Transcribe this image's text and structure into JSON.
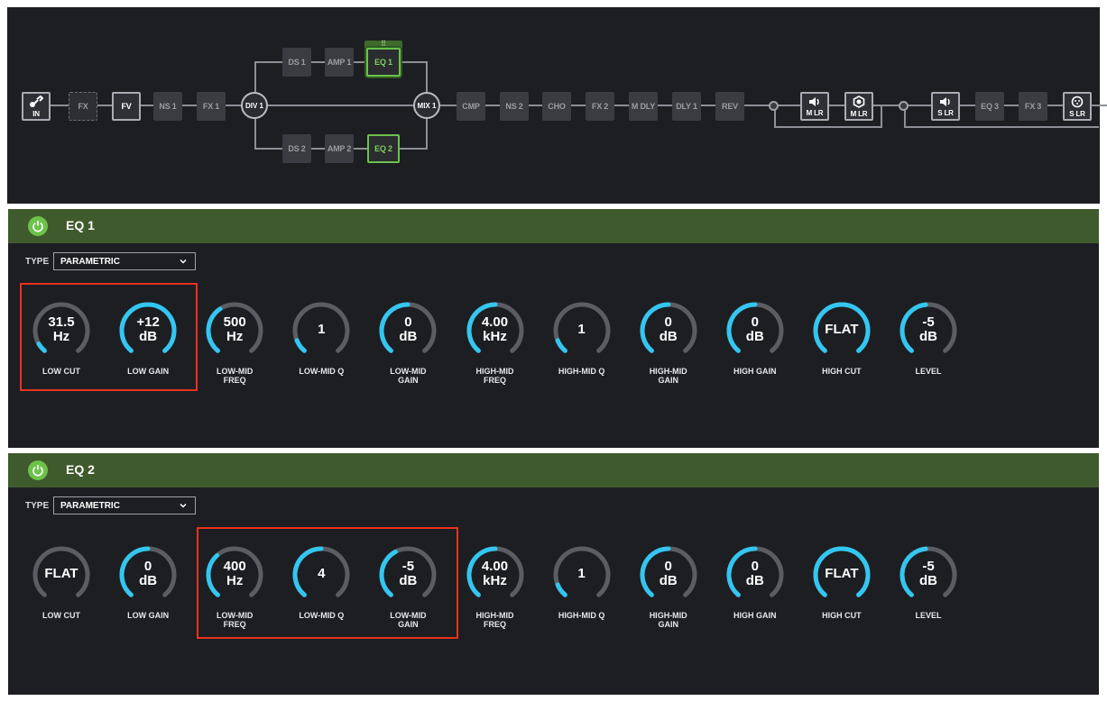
{
  "signal_chain": {
    "input": {
      "label": "IN",
      "icon": "guitar-icon"
    },
    "blocks_pre": [
      "FX",
      "FV",
      "NS 1",
      "FX 1"
    ],
    "split": "DIV 1",
    "path_a": [
      "DS 1",
      "AMP 1",
      "EQ 1"
    ],
    "path_b": [
      "DS 2",
      "AMP 2",
      "EQ 2"
    ],
    "mixer": "MIX 1",
    "blocks_post": [
      "CMP",
      "NS 2",
      "CHO",
      "FX 2",
      "M DLY",
      "DLY 1",
      "REV",
      "EQ 3",
      "FX 3"
    ],
    "outputs": [
      {
        "label": "M LR",
        "icon": "speaker-icon"
      },
      {
        "label": "M LR",
        "icon": "hex-nut-icon"
      },
      {
        "label": "S LR",
        "icon": "speaker-icon"
      },
      {
        "label": "S LR",
        "icon": "xlr-icon"
      }
    ],
    "grip": "⠿"
  },
  "eq1": {
    "title": "EQ 1",
    "type_label": "TYPE",
    "type_value": "PARAMETRIC",
    "knobs": [
      {
        "line1": "31.5",
        "line2": "Hz",
        "label1": "LOW CUT",
        "label2": "",
        "level": 0.07
      },
      {
        "line1": "+12",
        "line2": "dB",
        "label1": "LOW GAIN",
        "label2": "",
        "level": 1.0
      },
      {
        "line1": "500",
        "line2": "Hz",
        "label1": "LOW-MID",
        "label2": "FREQ",
        "level": 0.38
      },
      {
        "line1": "1",
        "line2": "",
        "label1": "LOW-MID Q",
        "label2": "",
        "level": 0.1
      },
      {
        "line1": "0",
        "line2": "dB",
        "label1": "LOW-MID",
        "label2": "GAIN",
        "level": 0.5
      },
      {
        "line1": "4.00",
        "line2": "kHz",
        "label1": "HIGH-MID",
        "label2": "FREQ",
        "level": 0.5
      },
      {
        "line1": "1",
        "line2": "",
        "label1": "HIGH-MID Q",
        "label2": "",
        "level": 0.1
      },
      {
        "line1": "0",
        "line2": "dB",
        "label1": "HIGH-MID",
        "label2": "GAIN",
        "level": 0.5
      },
      {
        "line1": "0",
        "line2": "dB",
        "label1": "HIGH GAIN",
        "label2": "",
        "level": 0.5
      },
      {
        "line1": "FLAT",
        "line2": "",
        "label1": "HIGH CUT",
        "label2": "",
        "level": 1.0
      },
      {
        "line1": "-5",
        "line2": "dB",
        "label1": "LEVEL",
        "label2": "",
        "level": 0.48
      }
    ]
  },
  "eq2": {
    "title": "EQ 2",
    "type_label": "TYPE",
    "type_value": "PARAMETRIC",
    "knobs": [
      {
        "line1": "FLAT",
        "line2": "",
        "label1": "LOW CUT",
        "label2": "",
        "level": 0.0
      },
      {
        "line1": "0",
        "line2": "dB",
        "label1": "LOW GAIN",
        "label2": "",
        "level": 0.5
      },
      {
        "line1": "400",
        "line2": "Hz",
        "label1": "LOW-MID",
        "label2": "FREQ",
        "level": 0.35
      },
      {
        "line1": "4",
        "line2": "",
        "label1": "LOW-MID Q",
        "label2": "",
        "level": 0.5
      },
      {
        "line1": "-5",
        "line2": "dB",
        "label1": "LOW-MID",
        "label2": "GAIN",
        "level": 0.4
      },
      {
        "line1": "4.00",
        "line2": "kHz",
        "label1": "HIGH-MID",
        "label2": "FREQ",
        "level": 0.5
      },
      {
        "line1": "1",
        "line2": "",
        "label1": "HIGH-MID Q",
        "label2": "",
        "level": 0.1
      },
      {
        "line1": "0",
        "line2": "dB",
        "label1": "HIGH-MID",
        "label2": "GAIN",
        "level": 0.5
      },
      {
        "line1": "0",
        "line2": "dB",
        "label1": "HIGH GAIN",
        "label2": "",
        "level": 0.5
      },
      {
        "line1": "FLAT",
        "line2": "",
        "label1": "HIGH CUT",
        "label2": "",
        "level": 1.0
      },
      {
        "line1": "-5",
        "line2": "dB",
        "label1": "LEVEL",
        "label2": "",
        "level": 0.48
      }
    ]
  },
  "colors": {
    "arc_active": "#33c6f0",
    "arc_track": "#5b5d63",
    "header_green": "#3f5a2c",
    "power_green": "#6cc24a",
    "highlight": "#e8321e"
  }
}
